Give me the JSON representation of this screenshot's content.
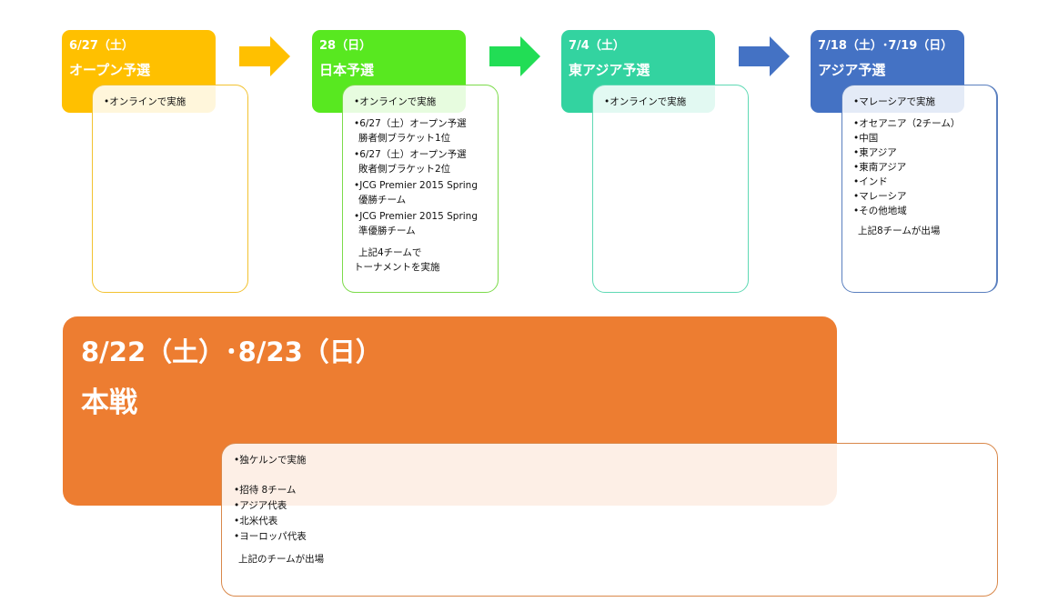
{
  "colors": {
    "open": "#FFC000",
    "japan": "#58E820",
    "east_asia": "#33D3A0",
    "asia": "#4472C4",
    "final": "#ED7D31",
    "arrow1": "#FFC000",
    "arrow2": "#22DD55",
    "arrow3": "#4472C4"
  },
  "stages": [
    {
      "date": "6/27（土）",
      "name": "オープン予選",
      "venue": "•オンラインで実施",
      "items": [],
      "note": []
    },
    {
      "date": "28（日）",
      "name": "日本予選",
      "venue": "•オンラインで実施",
      "items": [
        {
          "line1": "•6/27（土）オープン予選",
          "line2": "勝者側ブラケット1位"
        },
        {
          "line1": "•6/27（土）オープン予選",
          "line2": "敗者側ブラケット2位"
        },
        {
          "line1": "•JCG Premier 2015 Spring",
          "line2": "優勝チーム"
        },
        {
          "line1": "•JCG Premier 2015 Spring",
          "line2": "準優勝チーム"
        }
      ],
      "note": [
        "上記4チームで",
        "トーナメントを実施"
      ]
    },
    {
      "date": "7/4（土）",
      "name": "東アジア予選",
      "venue": "•オンラインで実施",
      "items": [],
      "note": []
    },
    {
      "date": "7/18（土）･7/19（日）",
      "name": "アジア予選",
      "venue": "•マレーシアで実施",
      "regions": [
        "•オセアニア（2チーム）",
        "•中国",
        "•東アジア",
        "•東南アジア",
        "•インド",
        "•マレーシア",
        "•その他地域"
      ],
      "note": [
        "上記8チームが出場"
      ]
    }
  ],
  "final": {
    "date": "8/22（土）･8/23（日）",
    "name": "本戦",
    "venue": "•独ケルンで実施",
    "items": [
      "•招待 8チーム",
      "•アジア代表",
      "•北米代表",
      "•ヨーロッパ代表"
    ],
    "note": "上記のチームが出場"
  }
}
